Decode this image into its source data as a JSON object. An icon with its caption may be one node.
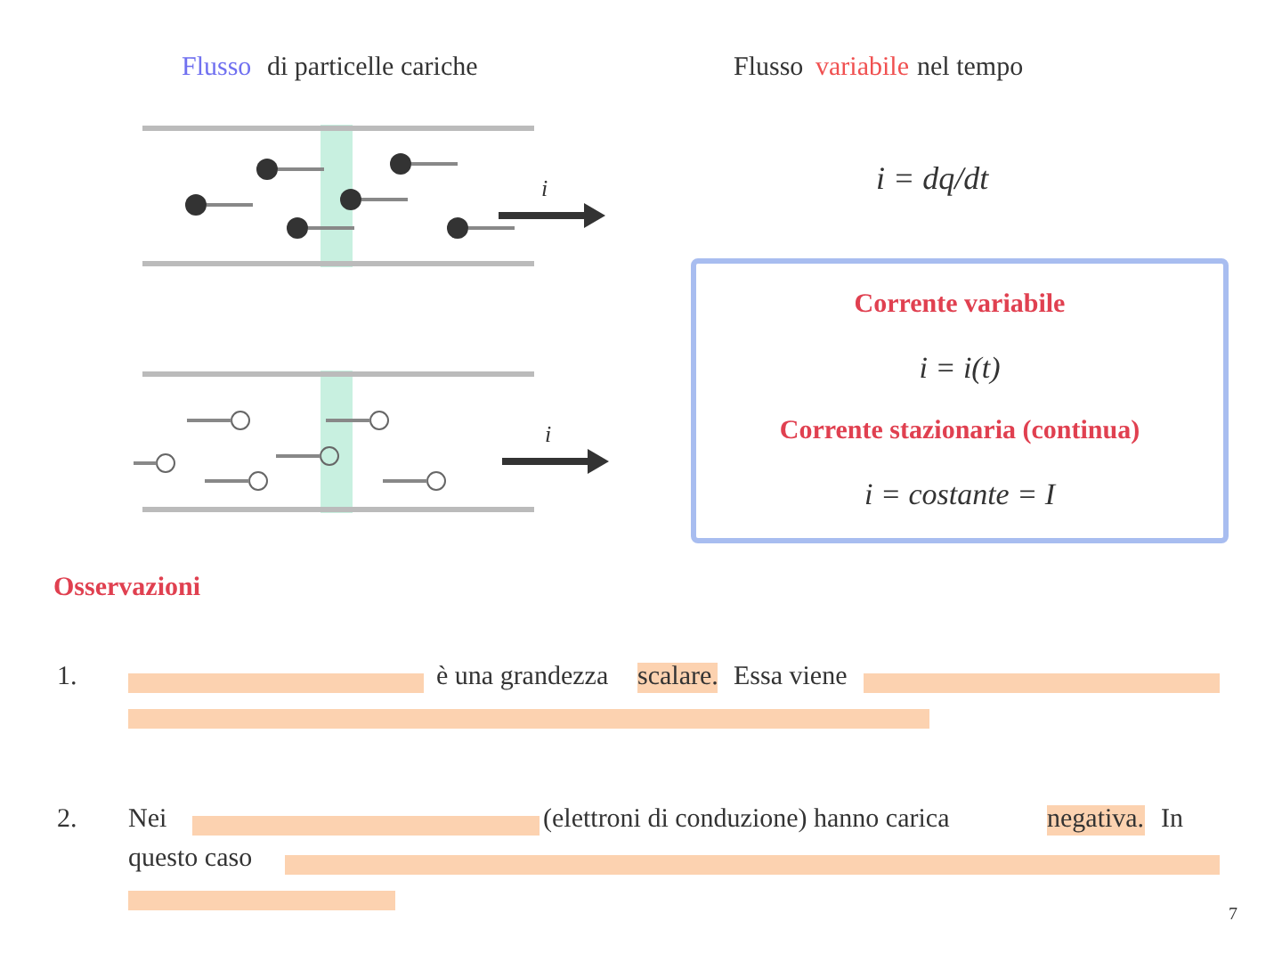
{
  "diagram": {
    "nodes": [
      {
        "text": [
          "Corrente variabile",
          "i = i(t)",
          "Corrente stazionaria (continua)",
          "i = costante = I"
        ]
      }
    ],
    "edges": [],
    "labels": [
      "Flusso",
      "di particelle cariche",
      "Flusso",
      "variabile",
      "nel tempo",
      "i",
      "i",
      "i = dq/dt",
      "Osservazioni",
      "1.",
      "è una grandezza",
      "scalare.",
      "Essa viene",
      "2.",
      "Nei",
      "(elettroni di conduzione) hanno carica",
      "negativa.",
      "In",
      "questo caso",
      "7"
    ]
  }
}
